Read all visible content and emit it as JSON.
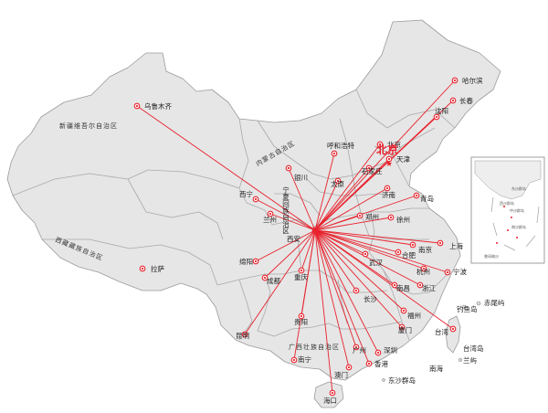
{
  "colors": {
    "route": "#e8212c",
    "land": "#e6e6e6",
    "border": "#9a9a9a"
  },
  "hub": {
    "name": "西安"
  },
  "regions": {
    "xinjiang": "新疆维吾尔自治区",
    "tibet": "西藏藏族自治区",
    "inner_mongolia": "内蒙古自治区",
    "ningxia": "宁夏回族自治区",
    "guangxi": "广西壮族自治区"
  },
  "capital": "北京",
  "cities": {
    "urumqi": "乌鲁木齐",
    "lhasa": "拉萨",
    "harbin": "哈尔滨",
    "changchun": "长春",
    "shenyang": "沈阳",
    "beijing_dot": "北京",
    "tianjin": "天津",
    "shijiazhuang": "石家庄",
    "hohhot": "呼和浩特",
    "yinchuan": "银川",
    "taiyuan": "太原",
    "xining": "西宁",
    "lanzhou": "兰州",
    "jinan": "济南",
    "qingdao": "青岛",
    "zhengzhou": "郑州",
    "xuzhou": "徐州",
    "xian": "西安",
    "chengdu": "成都",
    "mianyang": "绵阳",
    "chongqing": "重庆",
    "wuhan": "武汉",
    "hefei": "合肥",
    "nanjing": "南京",
    "shanghai": "上海",
    "hangzhou": "杭州",
    "ningbo": "宁波",
    "zhejiang": "浙江",
    "nanchang": "南昌",
    "changsha": "长沙",
    "guiyang": "贵阳",
    "kunming": "昆明",
    "nanning": "南宁",
    "guangzhou": "广州",
    "shenzhen": "深圳",
    "hongkong": "香港",
    "macau": "澳门",
    "fuzhou": "福州",
    "xiamen": "厦门",
    "taiwan": "台湾",
    "haikou": "海口"
  },
  "islands": {
    "diaoyu": "钓鱼岛",
    "chiwei": "赤尾屿",
    "taiwan_island": "台湾岛",
    "lanyu": "兰屿",
    "nanhai": "南海",
    "dongsha": "东沙群岛"
  },
  "inset": {
    "label_top": "东沙群岛",
    "label_mid1": "西沙群岛",
    "label_mid2": "中沙群岛",
    "label_mid3": "南沙群岛",
    "label_bottom": "曾母暗沙"
  }
}
